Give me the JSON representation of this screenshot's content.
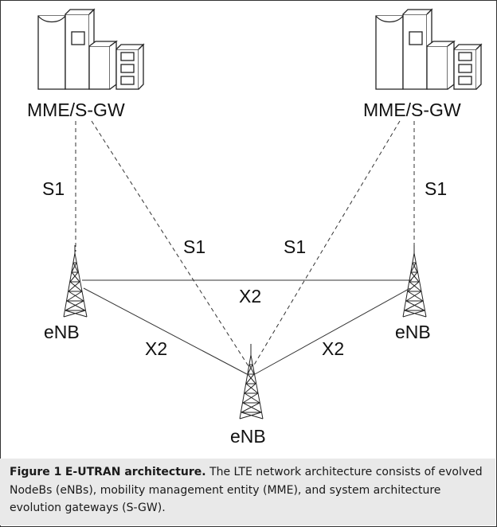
{
  "nodes": {
    "mme_left": "MME/S-GW",
    "mme_right": "MME/S-GW",
    "enb_left": "eNB",
    "enb_right": "eNB",
    "enb_bottom": "eNB"
  },
  "links": {
    "s1_left": "S1",
    "s1_right": "S1",
    "s1_cross_left": "S1",
    "s1_cross_right": "S1",
    "x2_top": "X2",
    "x2_left": "X2",
    "x2_right": "X2"
  },
  "caption": {
    "label": "Figure 1",
    "title": "E-UTRAN architecture.",
    "text": "The LTE network architecture consists of evolved NodeBs (eNBs), mobility management entity (MME), and system architecture evolution gateways (S-GW)."
  }
}
